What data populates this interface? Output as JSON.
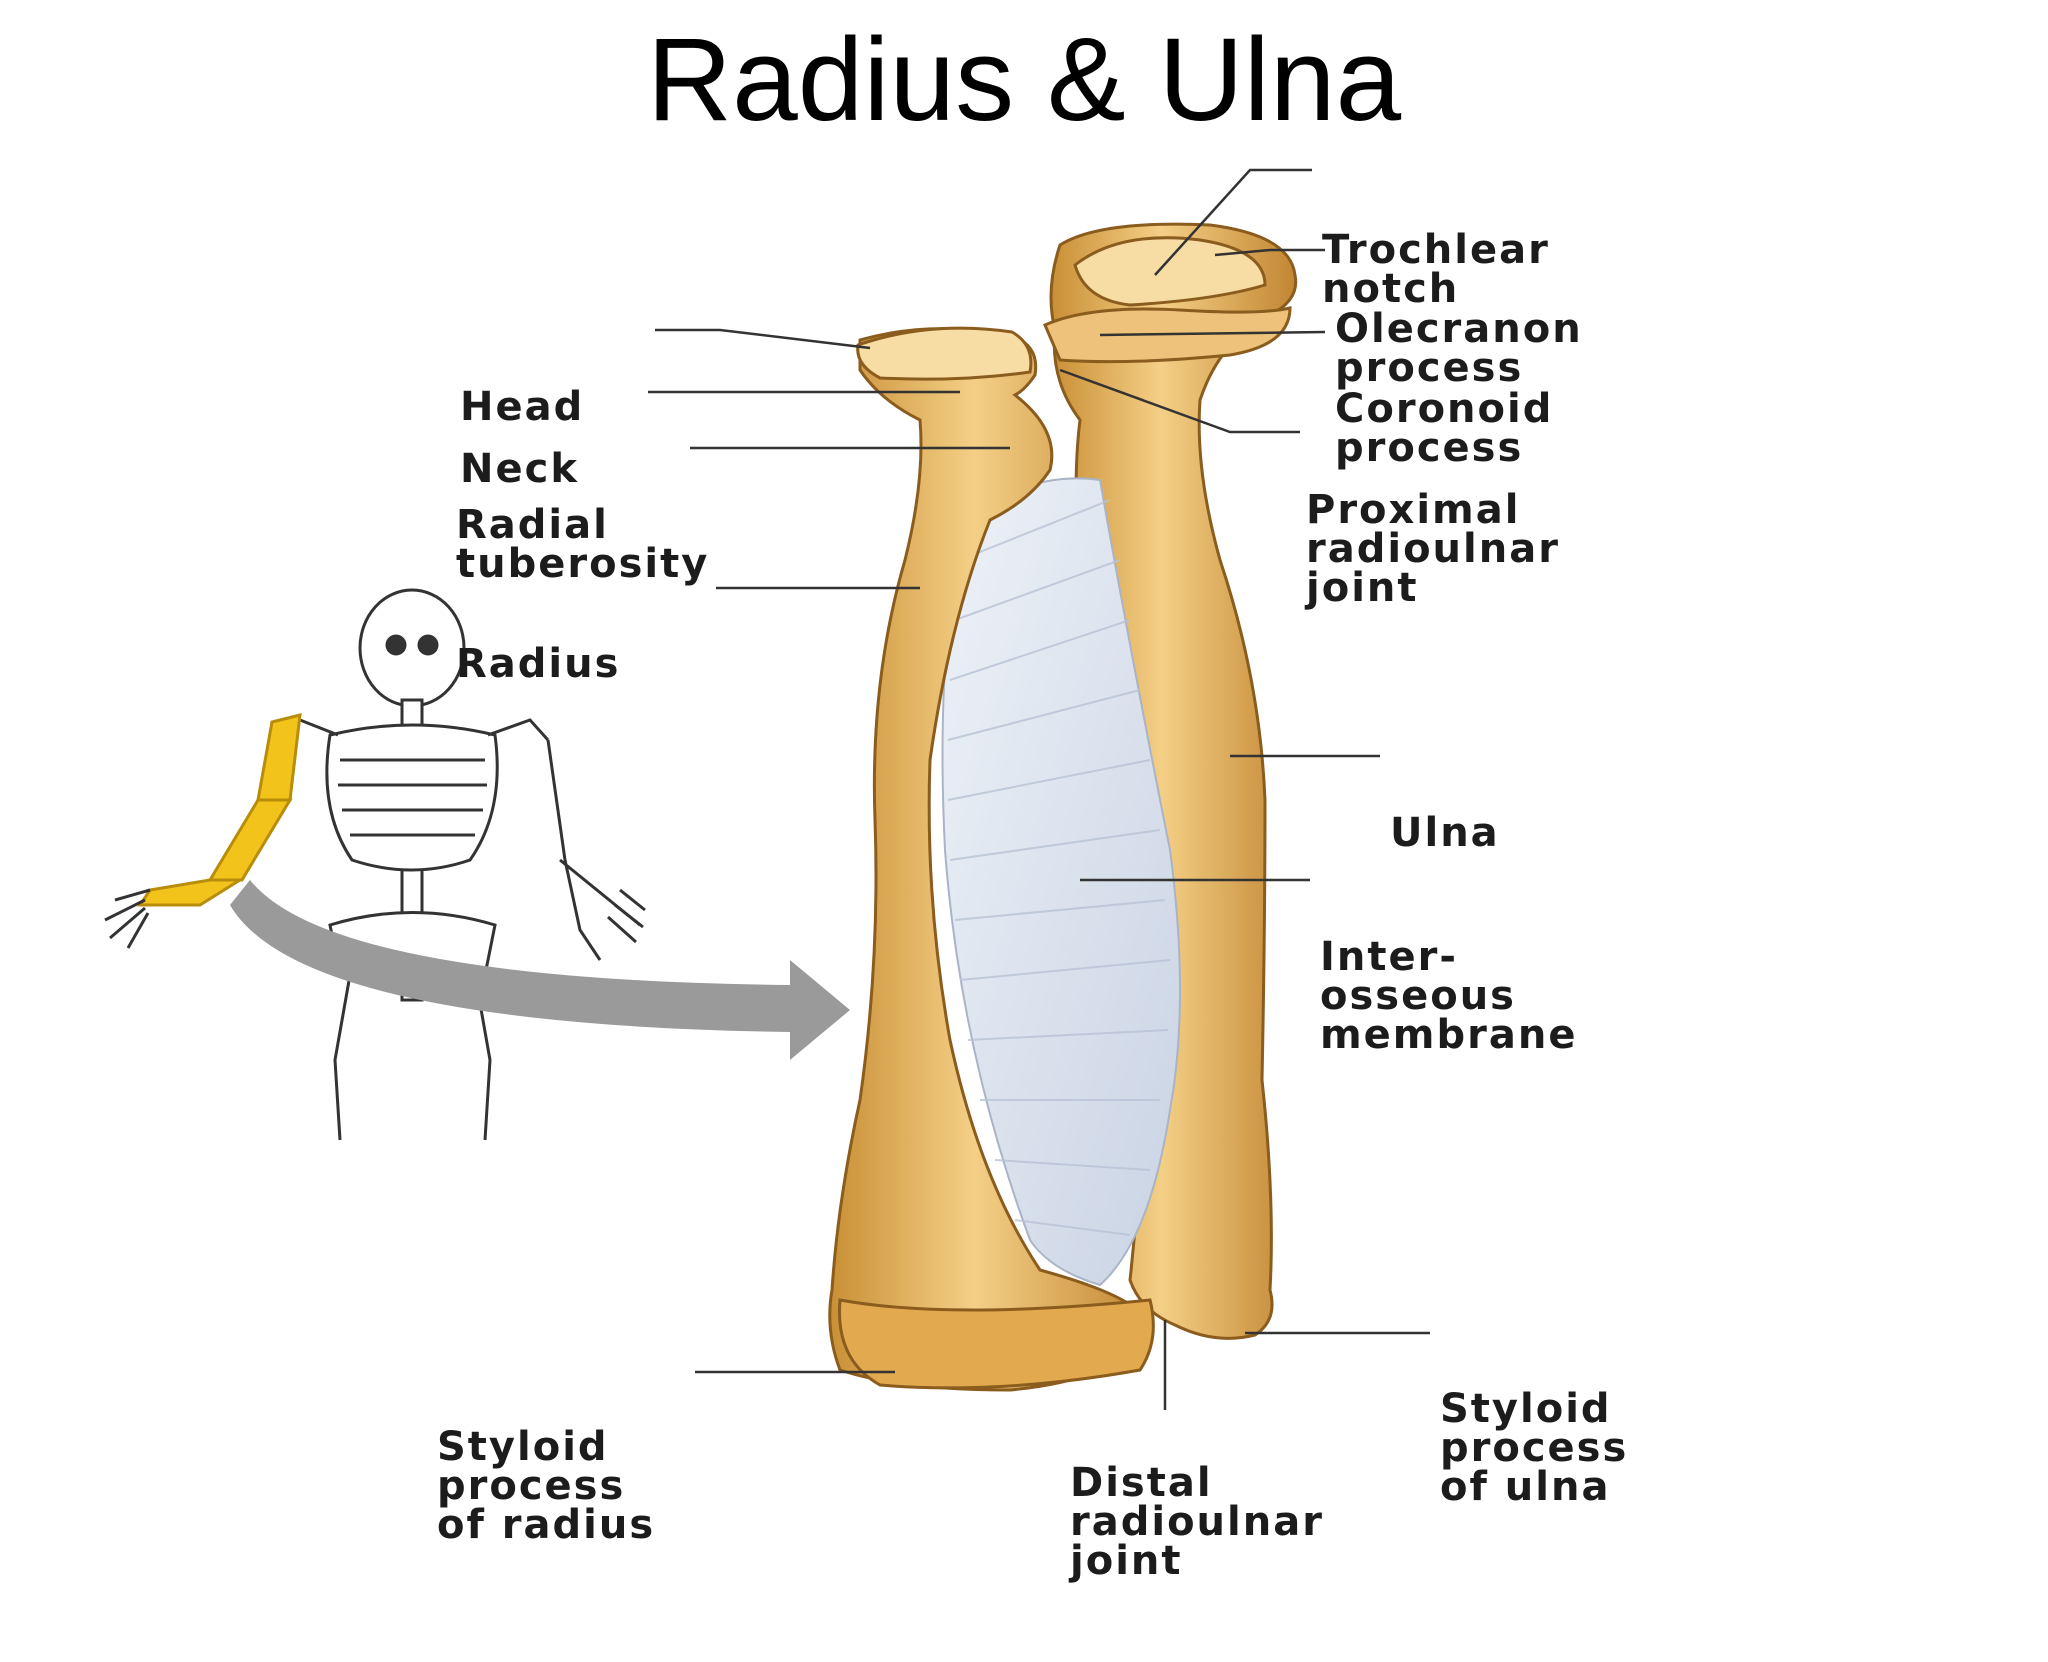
{
  "title": "Radius & Ulna",
  "labels": {
    "trochlear_notch": [
      "Trochlear",
      "notch"
    ],
    "olecranon_process": [
      "Olecranon",
      "process"
    ],
    "coronoid_process": [
      "Coronoid",
      "process"
    ],
    "proximal_radioulnar_joint": [
      "Proximal",
      "radioulnar",
      "joint"
    ],
    "head": [
      "Head"
    ],
    "neck": [
      "Neck"
    ],
    "radial_tuberosity": [
      "Radial",
      "tuberosity"
    ],
    "radius": [
      "Radius"
    ],
    "ulna": [
      "Ulna"
    ],
    "interosseous_membrane": [
      "Inter-",
      "osseous",
      "membrane"
    ],
    "styloid_process_of_radius": [
      "Styloid",
      "process",
      "of radius"
    ],
    "distal_radioulnar_joint": [
      "Distal",
      "radioulnar",
      "joint"
    ],
    "styloid_process_of_ulna": [
      "Styloid",
      "process",
      "of ulna"
    ]
  },
  "colors": {
    "bone_fill": "#e8b35a",
    "bone_light": "#f6d28f",
    "bone_shadow": "#b9822c",
    "membrane": "#d9e1ee",
    "highlight_arm": "#f2c31a",
    "arrow": "#9a9a9a",
    "leader_line": "#333333"
  }
}
